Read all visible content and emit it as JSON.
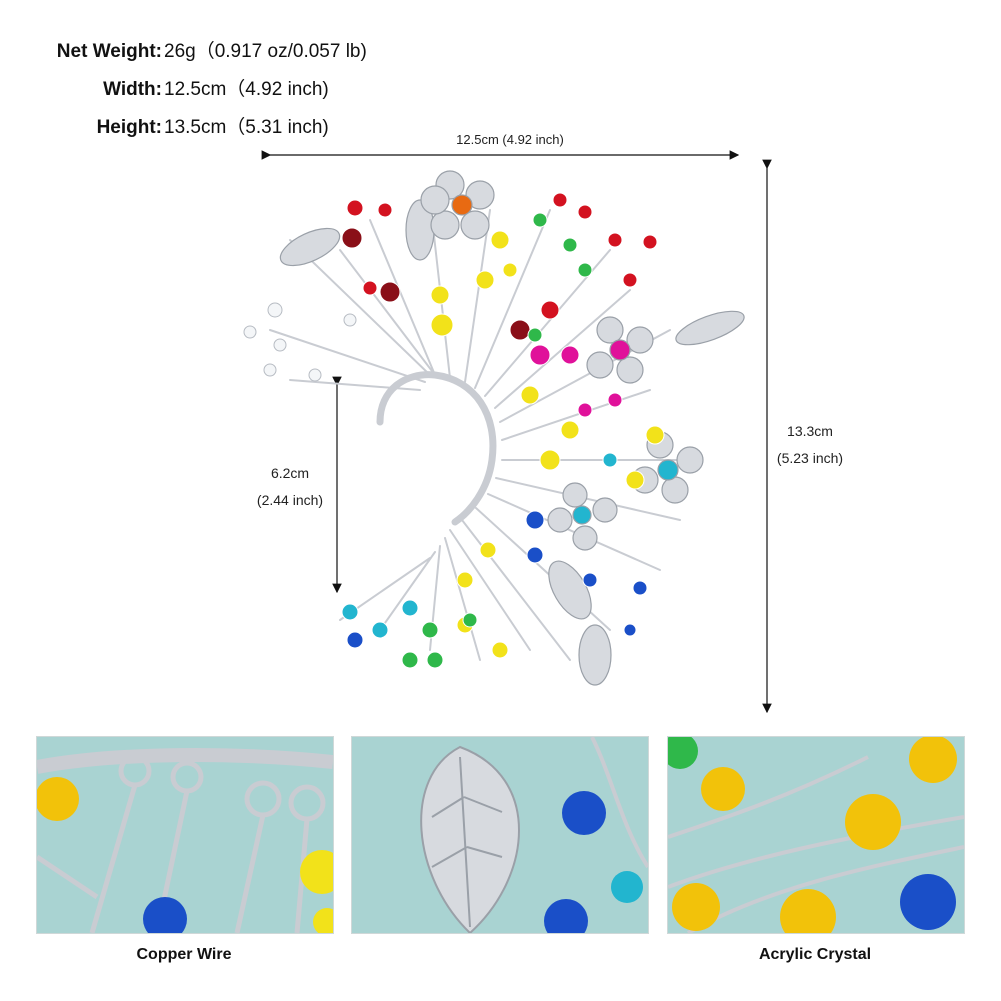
{
  "specs": {
    "weight": {
      "label": "Net Weight:",
      "value": "26g（0.917 oz/0.057 lb)"
    },
    "width": {
      "label": "Width:",
      "value": "12.5cm（4.92 inch)"
    },
    "height": {
      "label": "Height:",
      "value": "13.5cm（5.31 inch)"
    }
  },
  "dimensions": {
    "top": "12.5cm (4.92 inch)",
    "right_cm": "13.3cm",
    "right_inch": "(5.23 inch)",
    "left_cm": "6.2cm",
    "left_inch": "(2.44 inch)"
  },
  "captions": {
    "first": "Copper Wire",
    "third": "Acrylic Crystal"
  },
  "colors": {
    "wire": "#c9ccd2",
    "bead_red": "#d31220",
    "bead_yellow": "#f2e21a",
    "bead_green": "#2fb84a",
    "bead_magenta": "#e0119a",
    "bead_cyan": "#22b5cf",
    "bead_blue": "#1a4fc8",
    "bead_orange": "#e86a12",
    "thumb_bg": "#a9d3d2"
  }
}
